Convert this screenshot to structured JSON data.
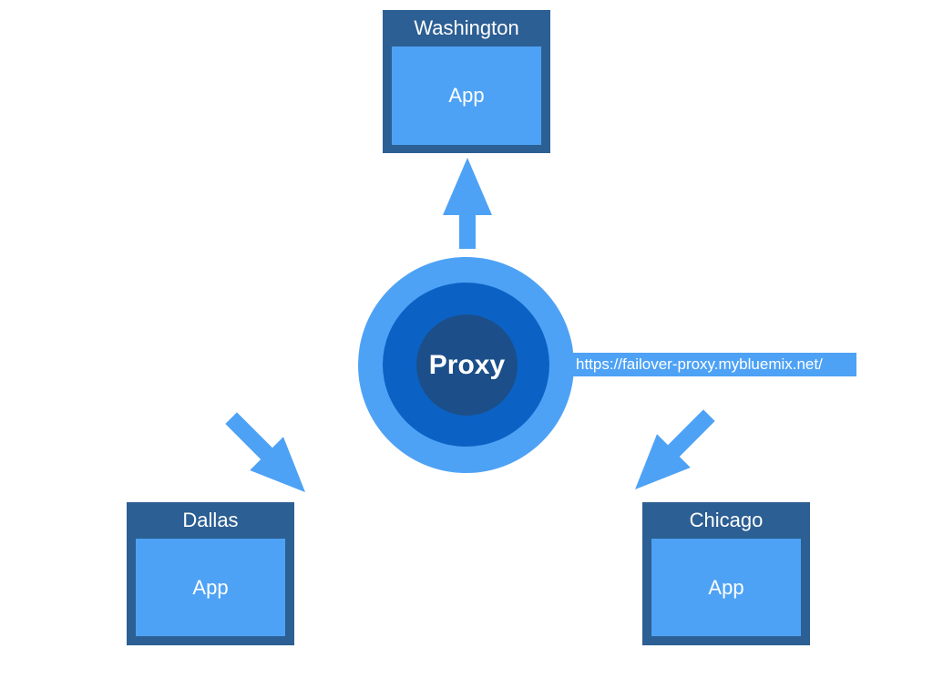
{
  "nodes": {
    "washington": {
      "title": "Washington",
      "app_label": "App"
    },
    "dallas": {
      "title": "Dallas",
      "app_label": "App"
    },
    "chicago": {
      "title": "Chicago",
      "app_label": "App"
    }
  },
  "proxy": {
    "label": "Proxy",
    "url": "https://failover-proxy.mybluemix.net/"
  },
  "colors": {
    "region_frame": "#2c5f93",
    "app_fill": "#4ea2f5",
    "proxy_outer": "#4ea2f5",
    "proxy_mid": "#0b62c4",
    "proxy_inner": "#1c4f8a",
    "arrow": "#4ea2f5"
  }
}
